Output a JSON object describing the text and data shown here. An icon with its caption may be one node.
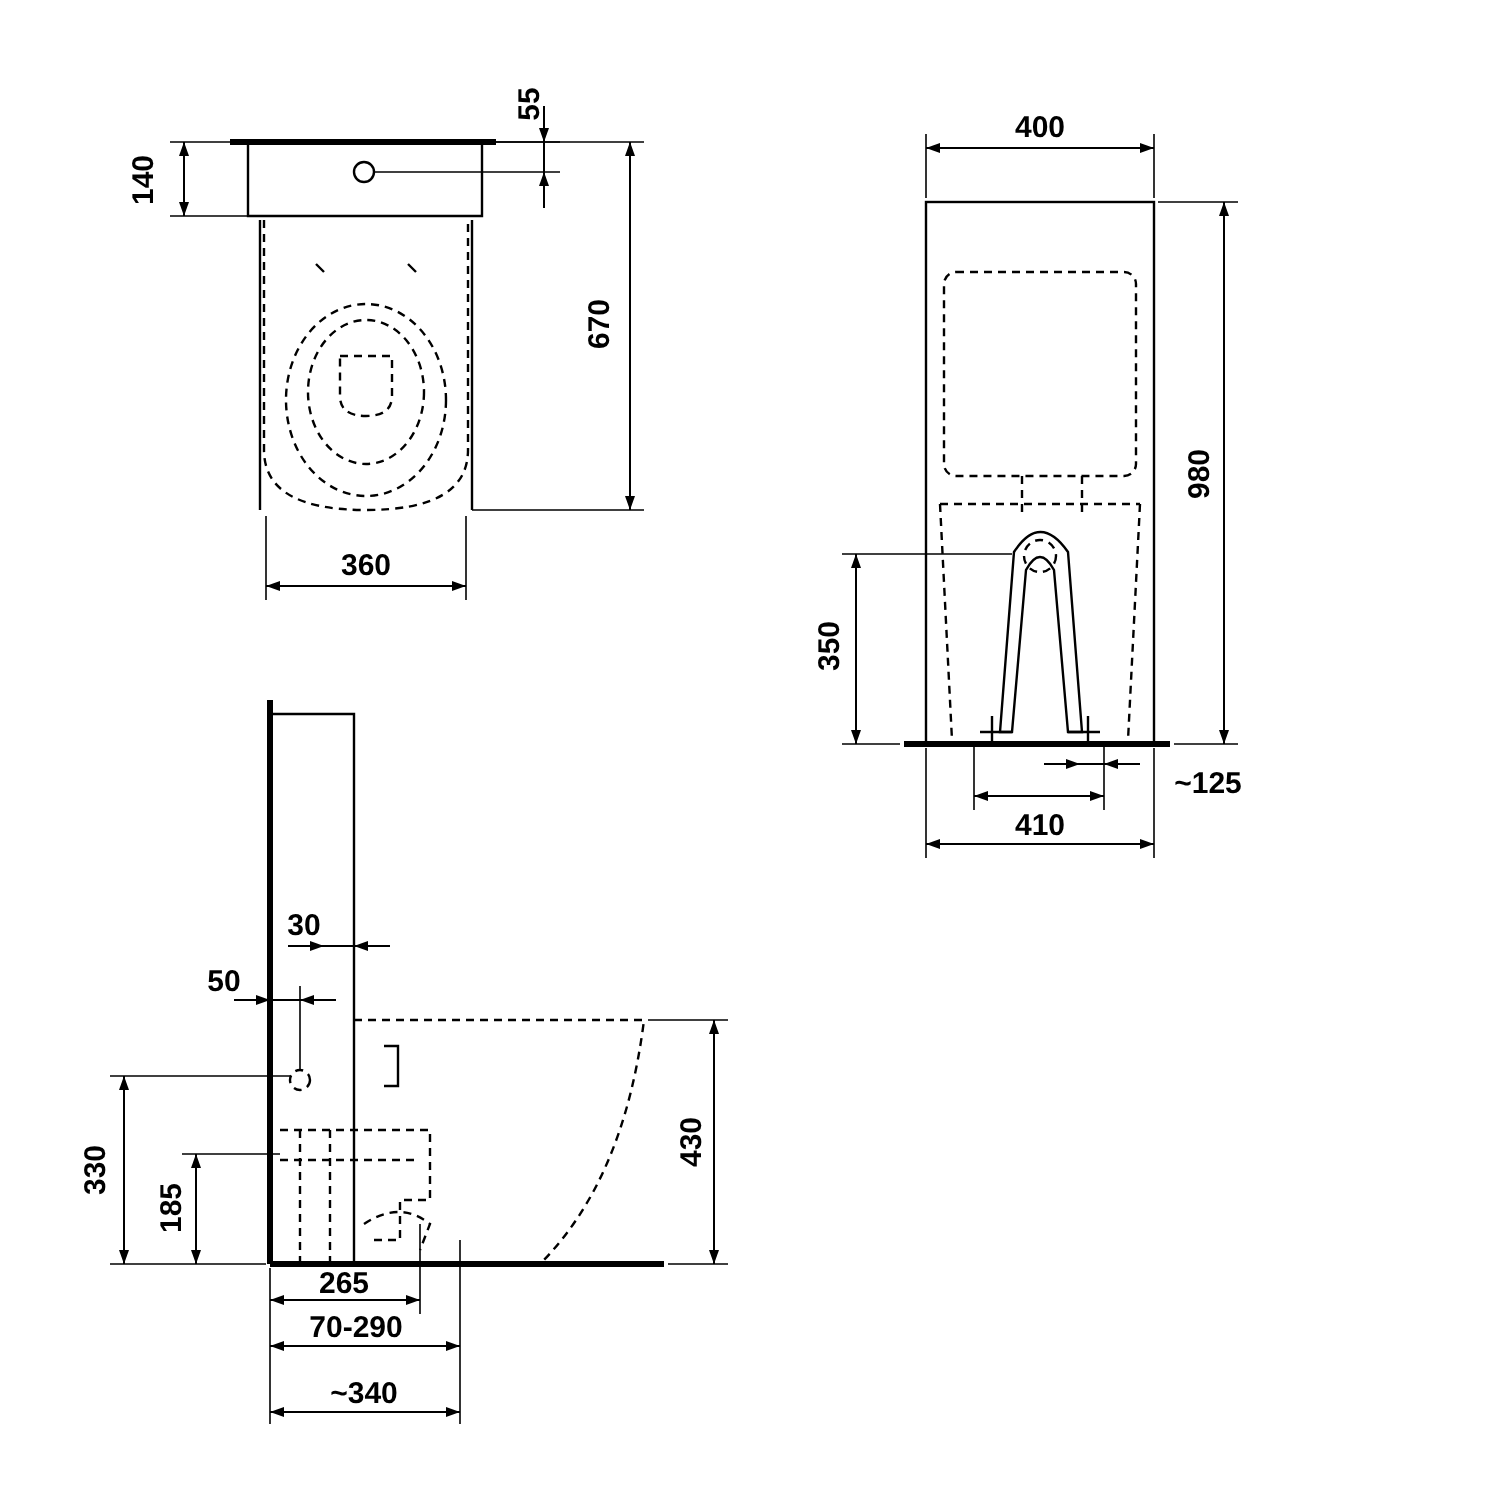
{
  "diagram": {
    "labels": [
      "55",
      "400",
      "140",
      "670",
      "980",
      "360",
      "350",
      "~125",
      "410",
      "30",
      "50",
      "430",
      "330",
      "185",
      "265",
      "70-290",
      "~340"
    ]
  }
}
